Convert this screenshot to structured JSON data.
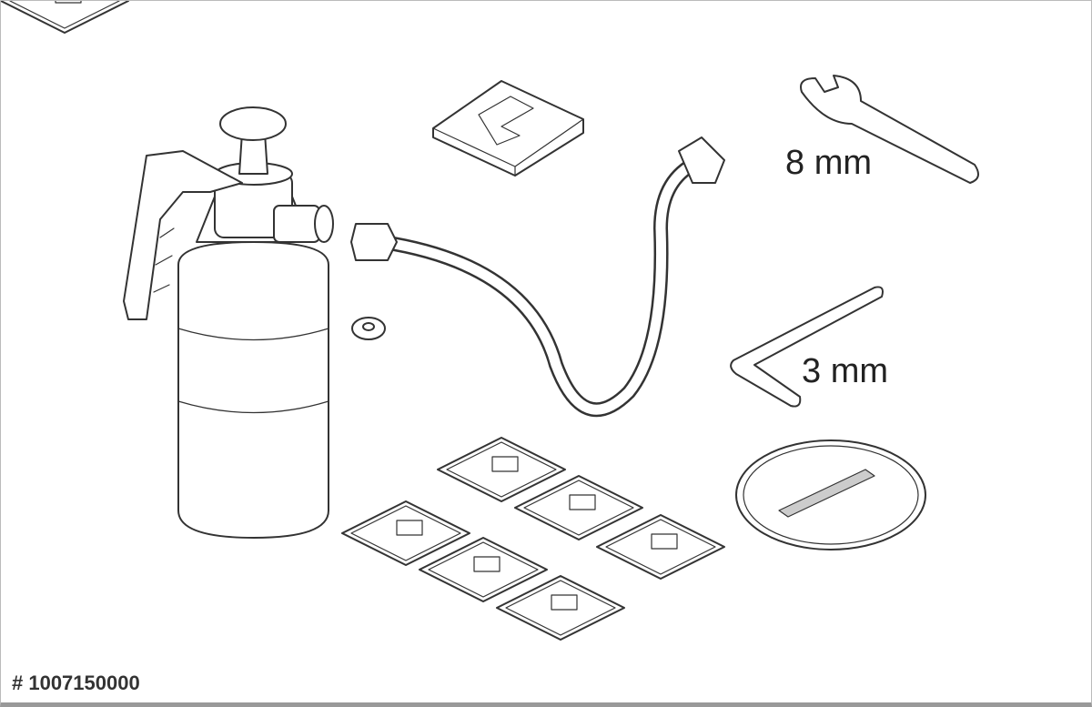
{
  "labels": {
    "wrench_size": "8 mm",
    "hex_key_size": "3 mm",
    "article_number": "# 1007150000"
  },
  "parts": [
    "pressure-sprayer",
    "hose",
    "seal-ring",
    "u-plate",
    "open-end-wrench",
    "hex-key",
    "cleaning-wipes",
    "adhesive-disc"
  ]
}
